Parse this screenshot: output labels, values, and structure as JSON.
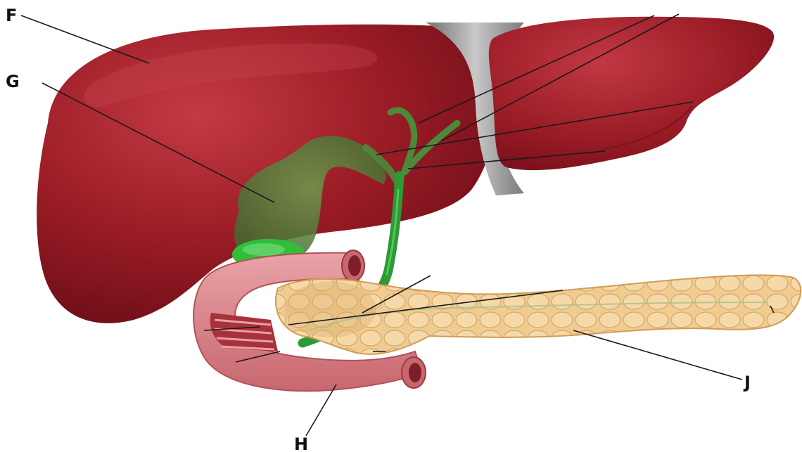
{
  "labels": {
    "F": "F",
    "G": "G",
    "H": "H",
    "J": "J"
  },
  "colors": {
    "liver": "#9b1c26",
    "liver_dark": "#6e0f18",
    "liver_highlight": "#c9454f",
    "ligament": "#9a9a9a",
    "bile_duct": "#3aa33a",
    "gallbladder": "#4f8a3a",
    "duodenum": "#d98a8f",
    "duodenum_inner": "#a8323c",
    "pancreas": "#efc98f",
    "pancreas_dark": "#d9a864"
  }
}
